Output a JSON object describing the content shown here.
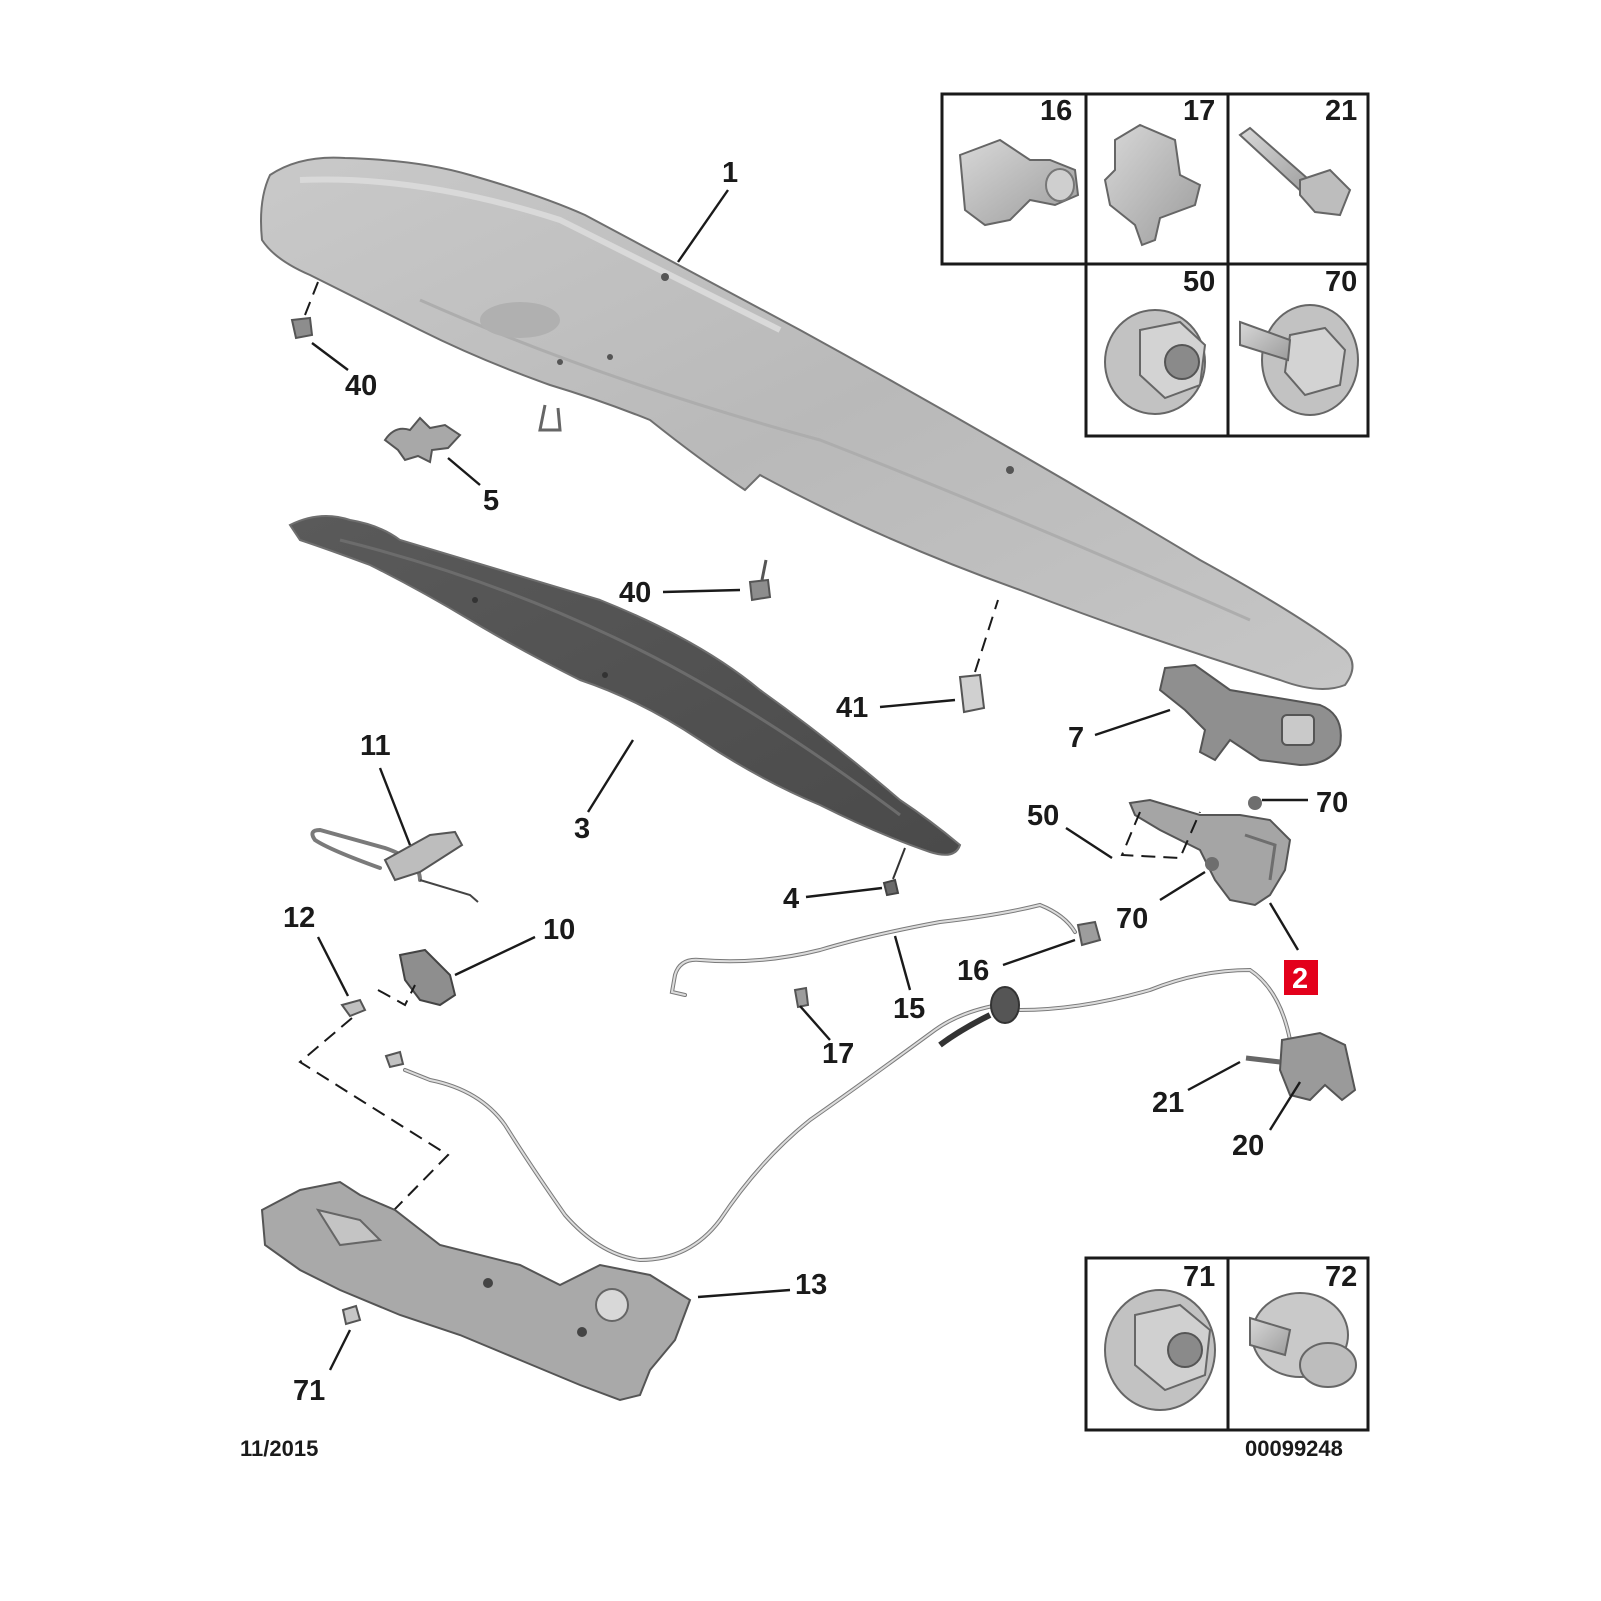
{
  "diagram": {
    "date_code": "11/2015",
    "reference": "00099248",
    "highlight_color": "#e3001b",
    "callouts": {
      "c1": "1",
      "c2": "2",
      "c3": "3",
      "c4": "4",
      "c5": "5",
      "c7": "7",
      "c10": "10",
      "c11": "11",
      "c12": "12",
      "c13": "13",
      "c15": "15",
      "c16": "16",
      "c17": "17",
      "c20": "20",
      "c21": "21",
      "c40a": "40",
      "c40b": "40",
      "c41": "41",
      "c50": "50",
      "c70a": "70",
      "c70b": "70",
      "c71": "71"
    },
    "fastener_table_top": [
      "16",
      "17",
      "21",
      "50",
      "70"
    ],
    "fastener_table_bottom": [
      "71",
      "72"
    ]
  }
}
